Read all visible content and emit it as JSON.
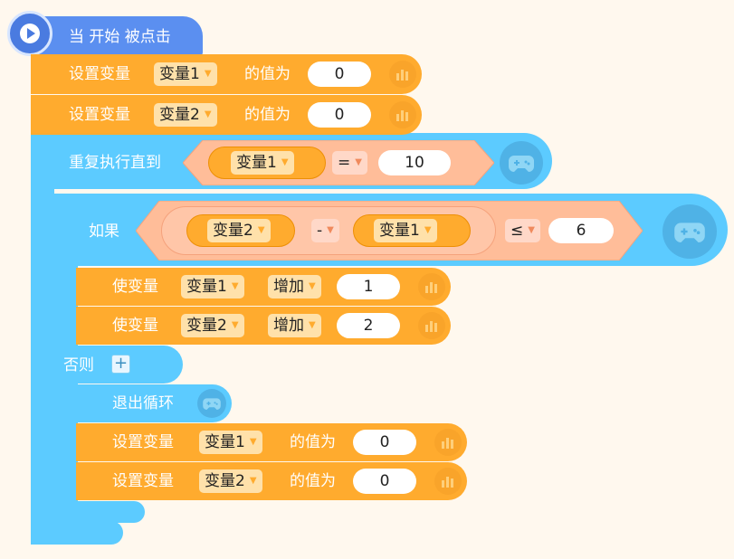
{
  "hat": {
    "label": "当 开始 被点击"
  },
  "set1": {
    "prefix": "设置变量",
    "var": "变量1",
    "mid": "的值为",
    "value": "0"
  },
  "set2": {
    "prefix": "设置变量",
    "var": "变量2",
    "mid": "的值为",
    "value": "0"
  },
  "repeat": {
    "label": "重复执行直到",
    "var": "变量1",
    "op": "=",
    "value": "10"
  },
  "if": {
    "label": "如果",
    "var_a": "变量2",
    "op_a": "-",
    "var_b": "变量1",
    "op_b": "≤",
    "value": "6"
  },
  "change1": {
    "prefix": "使变量",
    "var": "变量1",
    "op": "增加",
    "value": "1"
  },
  "change2": {
    "prefix": "使变量",
    "var": "变量2",
    "op": "增加",
    "value": "2"
  },
  "else": {
    "label": "否则",
    "plus": "+"
  },
  "break": {
    "label": "退出循环"
  },
  "set3": {
    "prefix": "设置变量",
    "var": "变量1",
    "mid": "的值为",
    "value": "0"
  },
  "set4": {
    "prefix": "设置变量",
    "var": "变量2",
    "mid": "的值为",
    "value": "0"
  },
  "icons": {
    "chart": "chart-icon",
    "gamepad": "gamepad-icon",
    "play": "play-icon"
  },
  "colors": {
    "orange": "#ffab2e",
    "blue": "#5ccbff",
    "background": "#fff8ee"
  }
}
